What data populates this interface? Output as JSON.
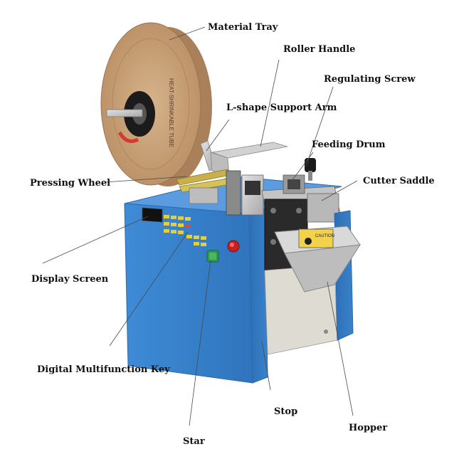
{
  "labels": {
    "material_tray": "Material Tray",
    "roller_handle": "Roller Handle",
    "regulating_screw": "Regulating Screw",
    "support_arm": "L-shape Support Arm",
    "feeding_drum": "Feeding Drum",
    "cutter_saddle": "Cutter Saddle",
    "pressing_wheel": "Pressing Wheel",
    "display_screen": "Display Screen",
    "multifunction_key": "Digital Multifunction Key",
    "stop": "Stop",
    "hopper": "Hopper",
    "star": "Star"
  },
  "machine": {
    "spool_text": "HEAT-SHRINKABLE TUBE",
    "caution_text": "CAUTION",
    "colors": {
      "body_blue": "#3c86cf",
      "body_blue_dark": "#2a6aae",
      "spool": "#c9a27a",
      "metal": "#c9c9c9",
      "key_yellow": "#e4cf3a",
      "start_green": "#2f9a4c",
      "stop_red": "#d62a2a"
    }
  }
}
